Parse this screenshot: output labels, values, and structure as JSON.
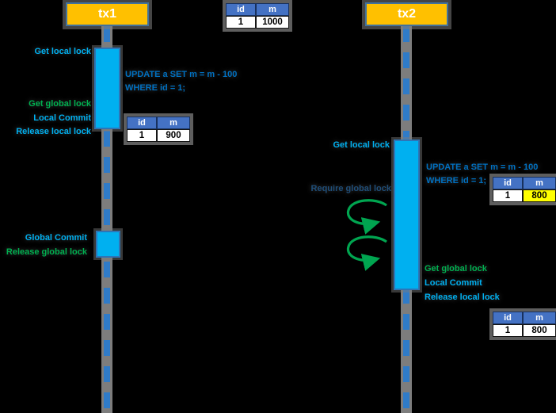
{
  "diagram": {
    "title_actors": {
      "tx1": "tx1",
      "tx2": "tx2"
    },
    "colors": {
      "background": "#000000",
      "actor_fill": "#FFC000",
      "actor_border": "#41719C",
      "activation_fill": "#00B0F0",
      "activation_border": "#2E75B6",
      "lifeline_gray": "#7d7d7d",
      "lifeline_dash_blue": "#2f7bc8",
      "label_cyan": "#00B0F0",
      "label_green": "#00B050",
      "sql_blue": "#0070C0",
      "require_lock_darkblue": "#1F4E79",
      "table_header_blue": "#4472C4",
      "highlight_yellow": "#FFFF00",
      "retry_arrow_green": "#00A550"
    },
    "tx1": {
      "get_local_lock": "Get local lock",
      "sql_line1": "UPDATE a SET m = m - 100",
      "sql_line2": "WHERE id = 1;",
      "get_global_lock": "Get global lock",
      "local_commit": "Local Commit",
      "release_local_lock": "Release local lock",
      "global_commit": "Global Commit",
      "release_global_lock": "Release global lock"
    },
    "tx2": {
      "get_local_lock": "Get local lock",
      "sql_line1": "UPDATE a SET m = m - 100",
      "sql_line2": "WHERE id = 1;",
      "require_global_lock": "Require global lock",
      "get_global_lock": "Get global lock",
      "local_commit": "Local Commit",
      "release_local_lock": "Release local lock"
    },
    "tables": {
      "initial": {
        "headers": [
          "id",
          "m"
        ],
        "rows": [
          [
            "1",
            "1000"
          ]
        ]
      },
      "after_tx1": {
        "headers": [
          "id",
          "m"
        ],
        "rows": [
          [
            "1",
            "900"
          ]
        ]
      },
      "tx2_local": {
        "headers": [
          "id",
          "m"
        ],
        "rows": [
          [
            "1",
            "800"
          ]
        ],
        "highlighted_cell": "m"
      },
      "tx2_final": {
        "headers": [
          "id",
          "m"
        ],
        "rows": [
          [
            "1",
            "800"
          ]
        ]
      }
    }
  }
}
